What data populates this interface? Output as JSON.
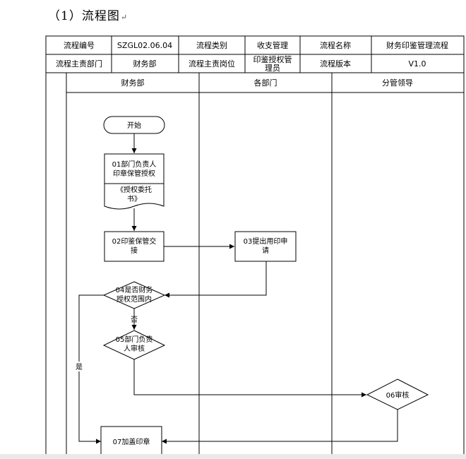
{
  "heading": {
    "text": "（1）流程图",
    "return_mark": "↵"
  },
  "info_table": {
    "row1": [
      "流程编号",
      "SZGL02.06.04",
      "流程类别",
      "收支管理",
      "流程名称",
      "财务印鉴管理流程"
    ],
    "row2": [
      "流程主责部门",
      "财务部",
      "流程主责岗位",
      "印鉴授权管",
      "理员",
      "流程版本",
      "V1.0"
    ]
  },
  "lanes": [
    "财务部",
    "各部门",
    "分管领导"
  ],
  "nodes": {
    "start": "开始",
    "step01_line1": "01部门负责人",
    "step01_line2": "印章保管授权",
    "doc_line1": "《授权委托",
    "doc_line2": "书》",
    "step02_line1": "02印鉴保管交",
    "step02_line2": "接",
    "step03_line1": "03提出用印申",
    "step03_line2": "请",
    "step04_line1": "04是否财务",
    "step04_line2": "授权范围内",
    "step05_line1": "05部门负责",
    "step05_line2": "人审核",
    "step06": "06审核",
    "step07": "07加盖印章"
  },
  "labels": {
    "no": "否",
    "yes": "是"
  }
}
